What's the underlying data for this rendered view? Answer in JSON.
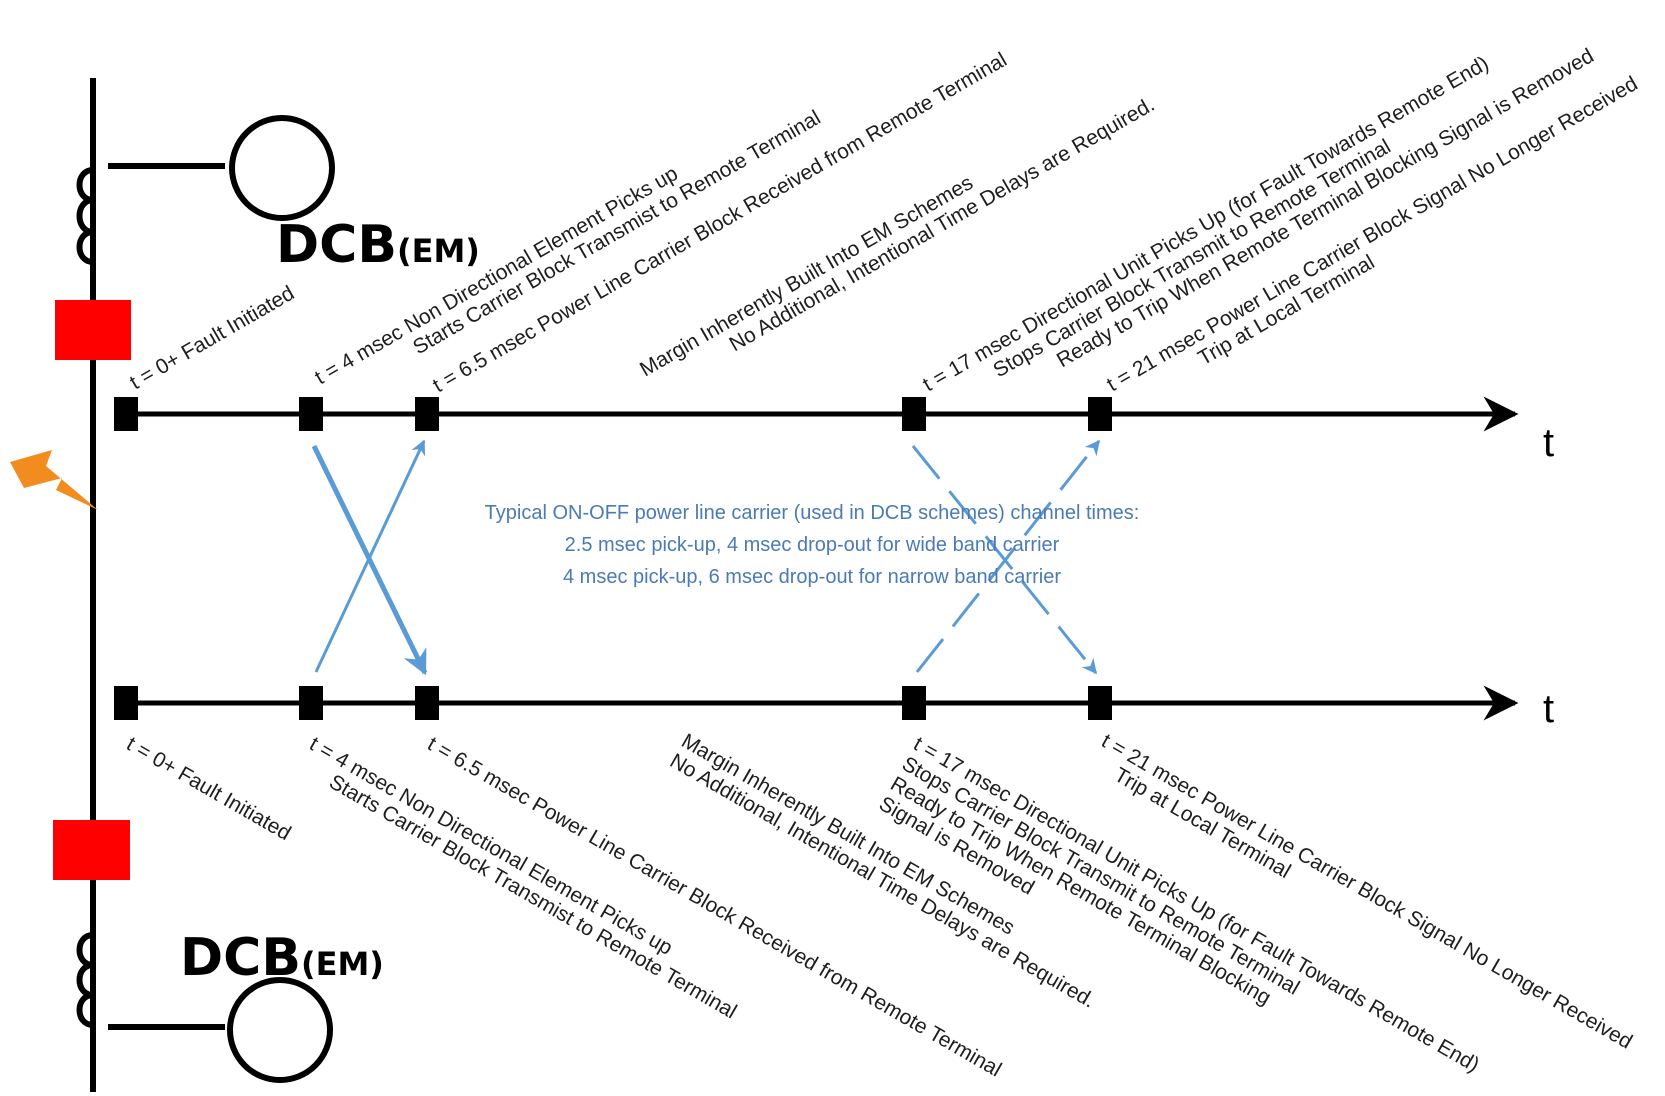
{
  "top_terminal": {
    "label": "DCB",
    "label_suffix": "(EM)",
    "axis_label": "t",
    "events": [
      {
        "text": "t = 0+ Fault Initiated"
      },
      {
        "text": "t = 4 msec Non Directional Element Picks up",
        "text2": "Starts Carrier Block Transmist to Remote Terminal"
      },
      {
        "text": "t = 6.5 msec Power Line Carrier Block Received from Remote Terminal"
      },
      {
        "text": "Margin Inherently Built Into EM Schemes",
        "text2": "No Additional, Intentional Time Delays are Required."
      },
      {
        "text": "t = 17 msec Directional Unit Picks Up (for Fault Towards Remote End)",
        "text2": "Stops Carrier Block Transmit to Remote Terminal",
        "text3": "Ready to Trip When Remote Terminal Blocking Signal is Removed"
      },
      {
        "text": "t = 21 msec Power Line Carrier Block Signal No Longer Received",
        "text2": "Trip at Local Terminal"
      }
    ]
  },
  "bottom_terminal": {
    "label": "DCB",
    "label_suffix": "(EM)",
    "axis_label": "t",
    "events": [
      {
        "text": "t = 0+ Fault Initiated"
      },
      {
        "text": "t = 4 msec Non Directional Element Picks up",
        "text2": "Starts Carrier Block Transmist to Remote Terminal"
      },
      {
        "text": "t = 6.5 msec Power Line Carrier Block Received from Remote Terminal"
      },
      {
        "text": "Margin Inherently Built Into EM Schemes",
        "text2": "No Additional, Intentional Time Delays are Required."
      },
      {
        "text": "t = 17 msec Directional Unit Picks Up (for Fault Towards Remote End)",
        "text2": "Stops Carrier Block Transmit to Remote Terminal",
        "text3": "Ready to Trip When Remote Terminal Blocking",
        "text4": "Signal is Removed"
      },
      {
        "text": "t = 21 msec Power Line Carrier Block Signal No Longer Received",
        "text2": "Trip at Local Terminal"
      }
    ]
  },
  "channel_note": {
    "line1": "Typical ON-OFF power line carrier (used in DCB schemes) channel times:",
    "line2": "2.5 msec pick-up, 4 msec drop-out for wide band carrier",
    "line3": "4 msec pick-up, 6 msec drop-out for narrow band carrier"
  },
  "colors": {
    "breaker": "#ff0000",
    "signal_arrow": "#5b9bd5",
    "lightning": "#f28c1e",
    "line": "#000000"
  }
}
